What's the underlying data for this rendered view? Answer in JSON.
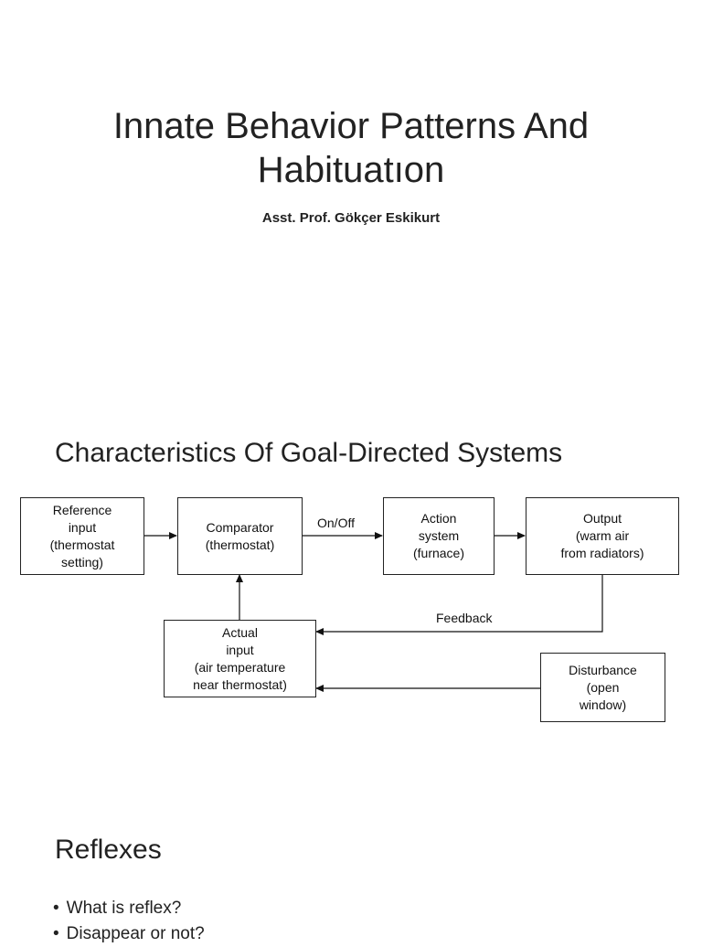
{
  "slide1": {
    "title": "Innate Behavior Patterns And Habituatıon",
    "subtitle": "Asst. Prof. Gökçer Eskikurt"
  },
  "slide2": {
    "heading": "Characteristics Of Goal-Directed Systems",
    "diagram": {
      "reference_input": "Reference\ninput\n(thermostat\nsetting)",
      "comparator": "Comparator\n(thermostat)",
      "action_system": "Action\nsystem\n(furnace)",
      "output": "Output\n(warm air\nfrom radiators)",
      "actual_input": "Actual\ninput\n(air temperature\nnear thermostat)",
      "disturbance": "Disturbance\n(open\nwindow)",
      "on_off_label": "On/Off",
      "feedback_label": "Feedback"
    }
  },
  "slide3": {
    "heading": "Reflexes",
    "bullets": [
      "What is reflex?",
      "Disappear or not?"
    ]
  }
}
